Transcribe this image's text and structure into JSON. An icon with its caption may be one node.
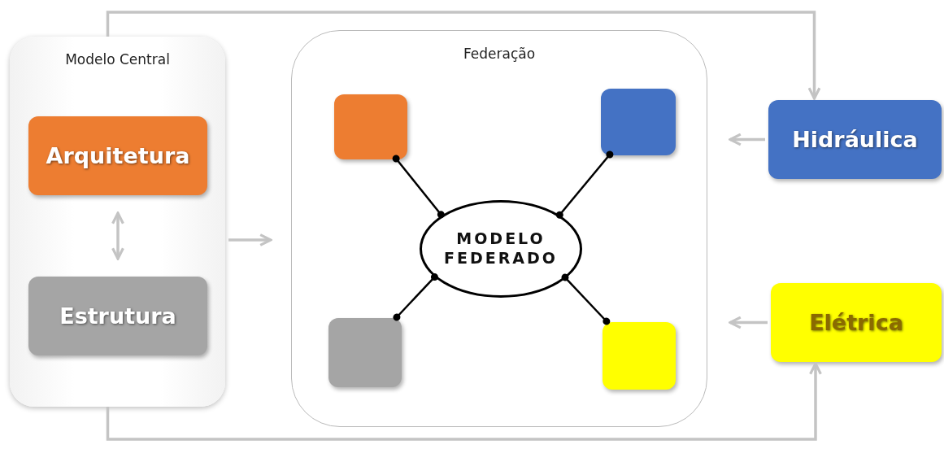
{
  "diagram": {
    "nodes": [
      {
        "text": [
          "Modelo Central"
        ]
      },
      {
        "text": [
          "Arquitetura"
        ],
        "in": 0
      },
      {
        "text": [
          "Estrutura"
        ],
        "in": 0
      },
      {
        "text": [
          "Federação"
        ]
      },
      {
        "text": [],
        "shape": "box",
        "in": 3
      },
      {
        "text": [],
        "shape": "box",
        "in": 3
      },
      {
        "text": [
          "MODELO FEDERADO"
        ],
        "in": 3
      },
      {
        "text": [],
        "shape": "box",
        "in": 3
      },
      {
        "text": [],
        "shape": "box",
        "in": 3
      },
      {
        "text": [
          "Hidráulica"
        ]
      },
      {
        "text": [
          "Elétrica"
        ]
      }
    ],
    "edges": [
      {
        "from": 1,
        "to": 2,
        "arrow": "both"
      },
      {
        "from": 0,
        "to": 3,
        "arrow": "to"
      },
      {
        "from": 9,
        "to": 3,
        "arrow": "to"
      },
      {
        "from": 10,
        "to": 3,
        "arrow": "to"
      },
      {
        "from": 6,
        "to": 4,
        "arrow": "other",
        "color": "#000000"
      },
      {
        "from": 6,
        "to": 5,
        "arrow": "other",
        "color": "#000000"
      },
      {
        "from": 6,
        "to": 7,
        "arrow": "other",
        "color": "#000000"
      },
      {
        "from": 6,
        "to": 8,
        "arrow": "other",
        "color": "#000000"
      },
      {
        "from": 0,
        "to": 9,
        "arrow": "to"
      },
      {
        "from": 0,
        "to": 10,
        "arrow": "to"
      }
    ]
  }
}
